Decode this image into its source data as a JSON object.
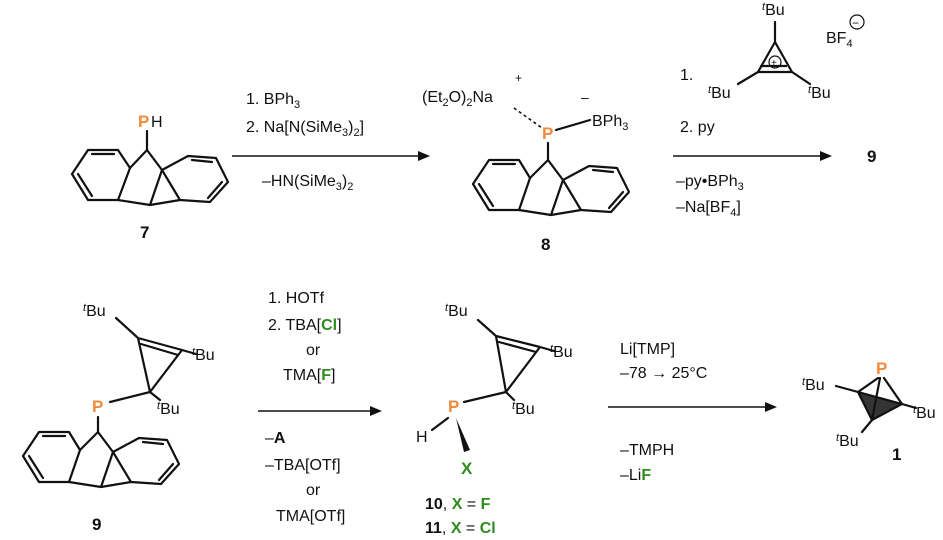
{
  "row1": {
    "step1_conditions": [
      "1. BPh",
      "2. Na[N(SiMe",
      "–HN(SiMe"
    ],
    "step2_conditions": [
      "1.",
      "2. py",
      "–py•BPh",
      "–Na[BF"
    ],
    "compound7": {
      "label": "7",
      "P": "P",
      "H": "H"
    },
    "compound8": {
      "label": "8",
      "P": "P",
      "Na_group": "(Et",
      "Na_mid": "O)",
      "Na_end": "Na",
      "charge_plus": "+",
      "charge_minus": "–",
      "B_group": "BPh"
    },
    "reagent_cation": {
      "tBu": "Bu",
      "t": "t",
      "anion": "BF",
      "anion_sub": "4",
      "plus": "+",
      "minus": "−"
    },
    "product_label": "9"
  },
  "row2": {
    "step3_conditions": [
      "1. HOTf",
      "2. TBA[",
      "Cl",
      "]",
      "or",
      "TMA[",
      "F",
      "]",
      "–",
      "A",
      "–TBA[OTf]",
      "or",
      "TMA[OTf]"
    ],
    "step4_conditions": [
      "Li[TMP]",
      "–78 → 25°C",
      "–TMPH",
      "–Li",
      "F"
    ],
    "compound9": {
      "label": "9",
      "P": "P"
    },
    "compound1011": {
      "P": "P",
      "H": "H",
      "X": "X",
      "label10": "10",
      "label11": "11",
      "eq": " = ",
      "F": "F",
      "Cl": "Cl",
      "sep": ", "
    },
    "compound1": {
      "label": "1",
      "P": "P"
    },
    "tBu": "Bu",
    "t": "t",
    "subscripts": {
      "three": "3",
      "two": "2"
    }
  }
}
